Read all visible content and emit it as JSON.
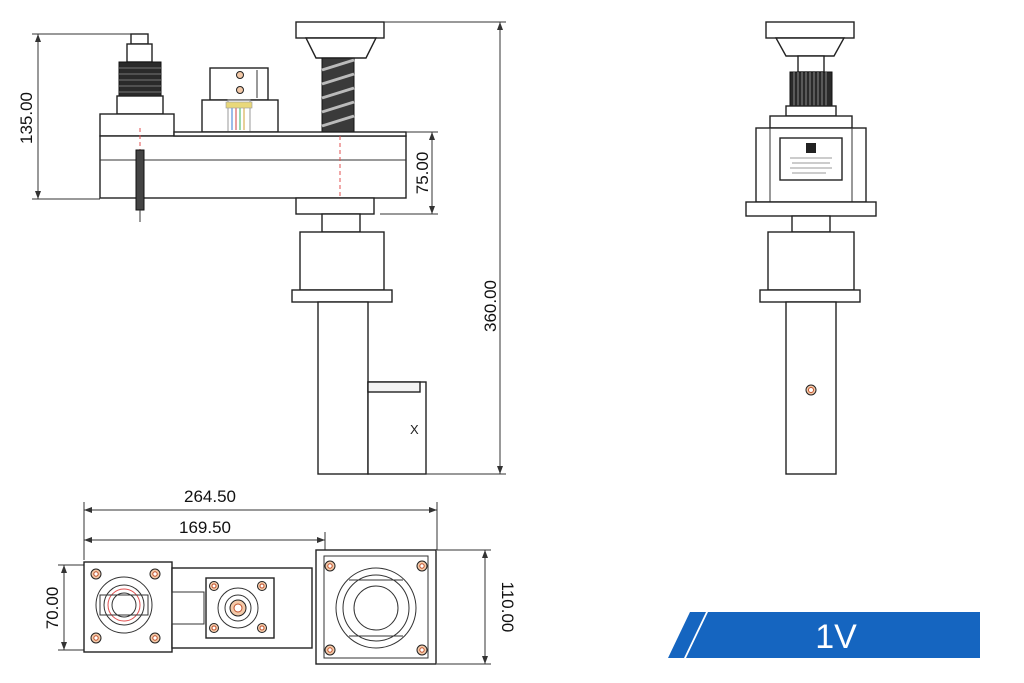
{
  "dimensions": {
    "height_upper": "135.00",
    "height_head": "75.00",
    "height_total": "360.00",
    "length_total": "264.50",
    "length_partial": "169.50",
    "width_small": "70.00",
    "width_large": "110.00"
  },
  "axis_mark": "X",
  "badge": {
    "label": "1V",
    "color": "#1565c0"
  },
  "colors": {
    "line": "#222222",
    "hole": "#f3c9a8",
    "centerline": "#e05050"
  }
}
